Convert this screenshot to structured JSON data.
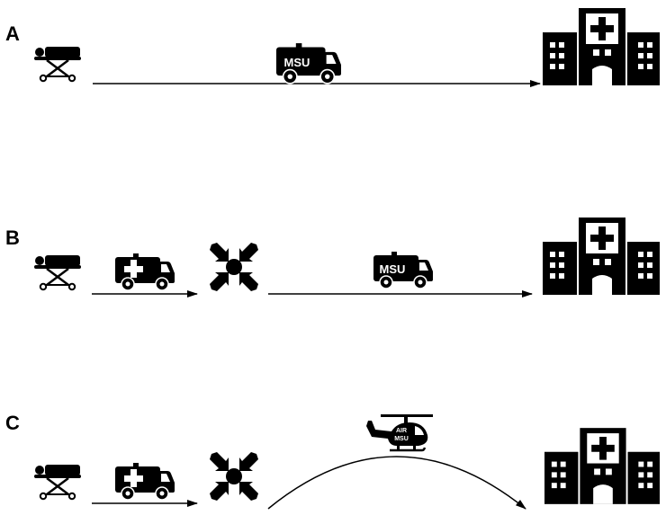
{
  "panels": [
    {
      "label": "A",
      "vehicle_text": "MSU"
    },
    {
      "label": "B",
      "vehicle_text": "MSU"
    },
    {
      "label": "C",
      "helicopter_text_line1": "AIR",
      "helicopter_text_line2": "MSU"
    }
  ],
  "colors": {
    "ink": "#000000",
    "background": "#ffffff"
  }
}
